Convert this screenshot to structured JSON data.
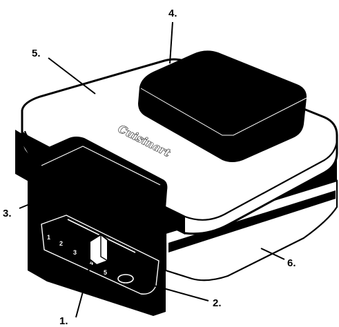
{
  "brand": {
    "logo_text": "Cuisinart"
  },
  "callouts": [
    {
      "id": "1",
      "label": "1."
    },
    {
      "id": "2",
      "label": "2."
    },
    {
      "id": "3",
      "label": "3."
    },
    {
      "id": "4",
      "label": "4."
    },
    {
      "id": "5",
      "label": "5."
    },
    {
      "id": "6",
      "label": "6."
    }
  ],
  "dial_scale": [
    "1",
    "2",
    "3",
    "4",
    "5"
  ],
  "colors": {
    "ink": "#000000",
    "body_light": "#ffffff"
  }
}
